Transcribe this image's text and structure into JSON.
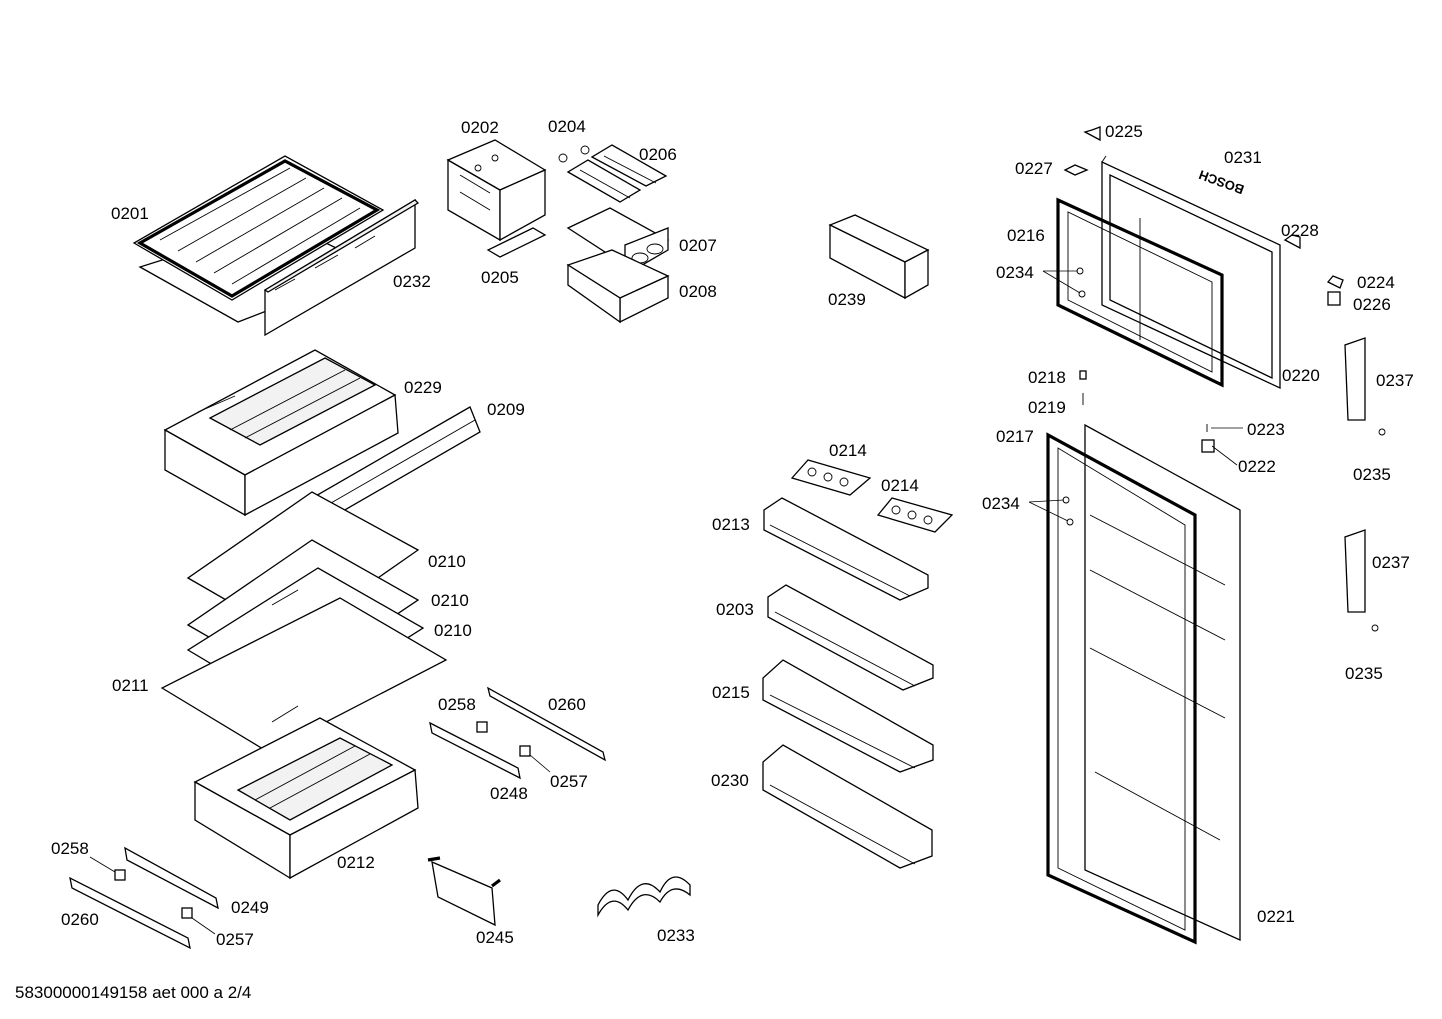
{
  "diagram": {
    "labels": {
      "l0201": "0201",
      "l0202": "0202",
      "l0203": "0203",
      "l0204": "0204",
      "l0205": "0205",
      "l0206": "0206",
      "l0207": "0207",
      "l0208": "0208",
      "l0209": "0209",
      "l0210a": "0210",
      "l0210b": "0210",
      "l0210c": "0210",
      "l0211": "0211",
      "l0212": "0212",
      "l0213": "0213",
      "l0214a": "0214",
      "l0214b": "0214",
      "l0215": "0215",
      "l0216": "0216",
      "l0217": "0217",
      "l0218": "0218",
      "l0219": "0219",
      "l0220": "0220",
      "l0221": "0221",
      "l0222": "0222",
      "l0223": "0223",
      "l0224": "0224",
      "l0225": "0225",
      "l0226": "0226",
      "l0227": "0227",
      "l0228": "0228",
      "l0229": "0229",
      "l0230": "0230",
      "l0231": "0231",
      "l0232": "0232",
      "l0233": "0233",
      "l0234a": "0234",
      "l0234b": "0234",
      "l0235a": "0235",
      "l0235b": "0235",
      "l0237a": "0237",
      "l0237b": "0237",
      "l0239": "0239",
      "l0245": "0245",
      "l0248": "0248",
      "l0249": "0249",
      "l0257a": "0257",
      "l0257b": "0257",
      "l0258a": "0258",
      "l0258b": "0258",
      "l0260a": "0260",
      "l0260b": "0260"
    },
    "brand_mark": "BOSCH",
    "footer": "58300000149158 aet 000 a 2/4"
  }
}
